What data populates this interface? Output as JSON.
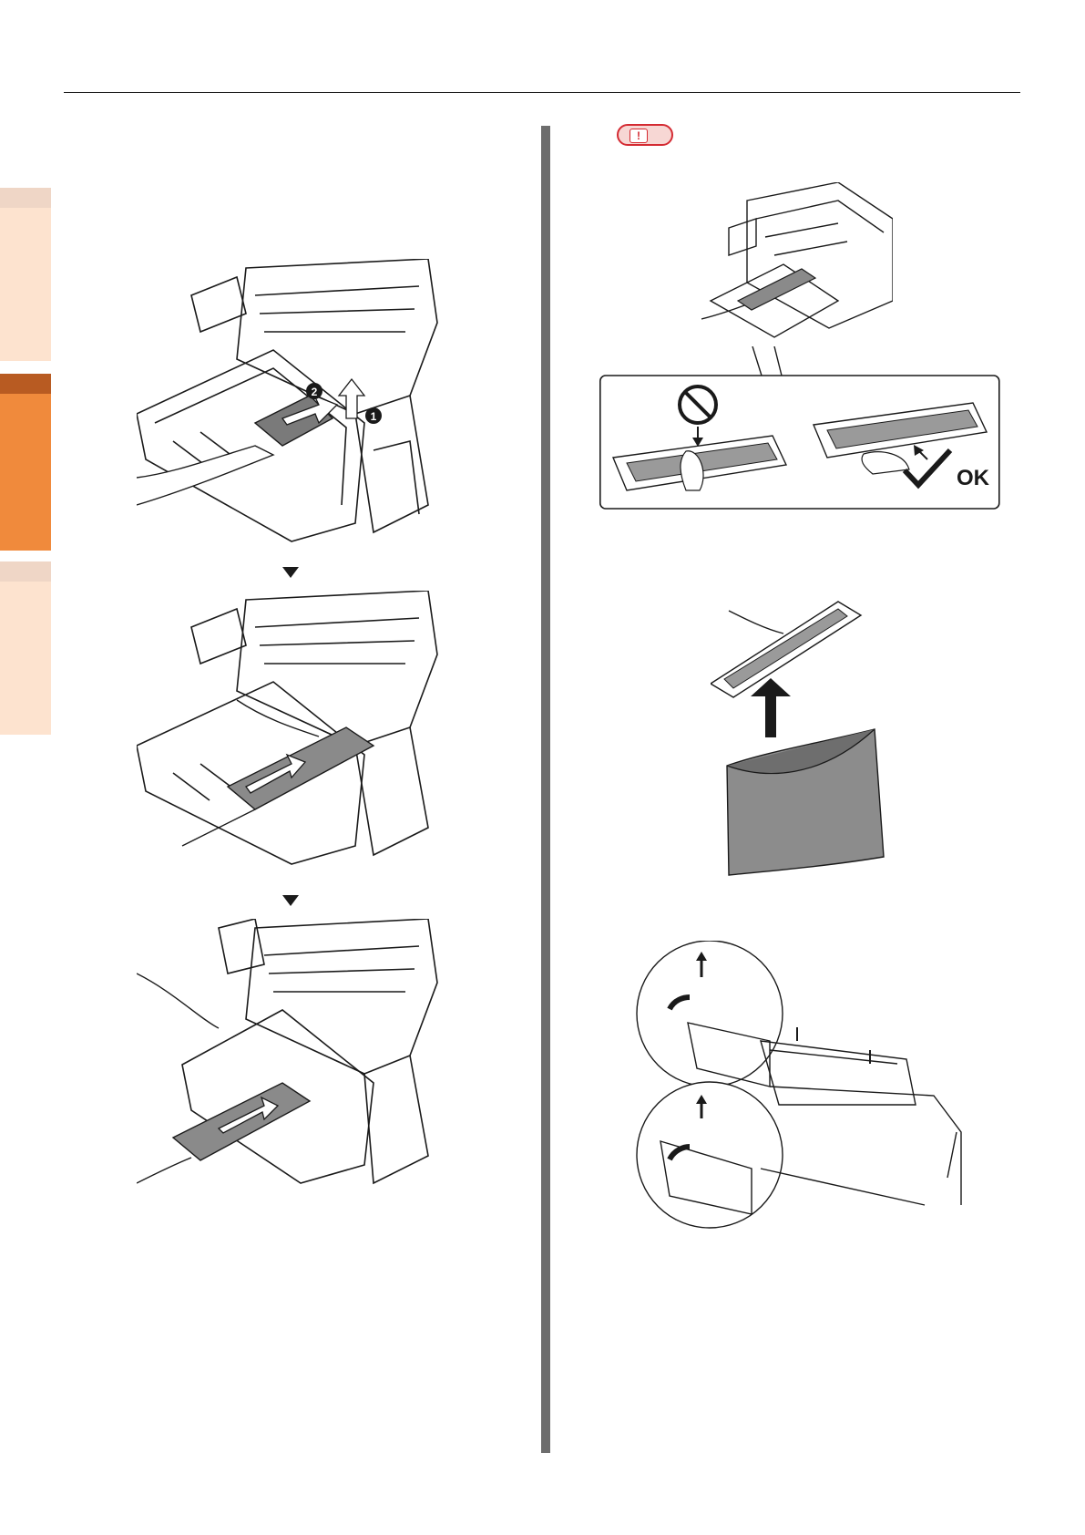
{
  "page": {
    "accent_color": "#f08a3c",
    "tab_light_color": "#fde3cf",
    "note_color": "#d42a32"
  },
  "illustrations": {
    "remove_step_1": {
      "icon": "printer-remove-drum-lift-and-pull",
      "step_labels": [
        "2",
        "1"
      ]
    },
    "remove_step_2": {
      "icon": "printer-remove-drum-slide-out"
    },
    "remove_step_3": {
      "icon": "printer-remove-drum-taken-out"
    },
    "note_drum_handling": {
      "icon": "drum-handling-caution",
      "ok_label": "OK"
    },
    "unpack_drum": {
      "icon": "new-drum-out-of-bag"
    },
    "remove_protective_sheet": {
      "icon": "drum-protective-tape-removal"
    }
  }
}
